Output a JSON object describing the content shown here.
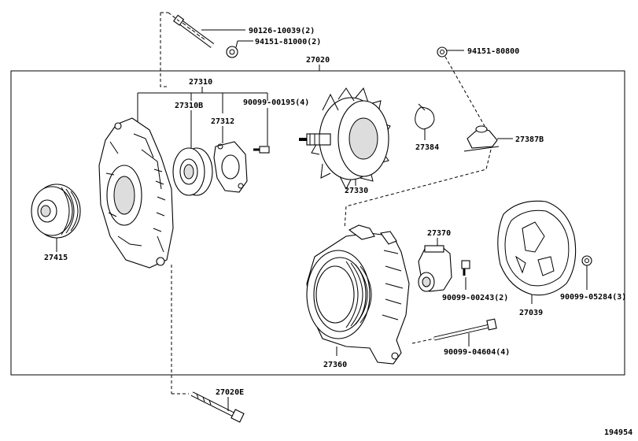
{
  "labels": {
    "p27020": "27020",
    "p27310": "27310",
    "p27310b": "27310B",
    "p27312": "27312",
    "p90099_00195": "90099-00195(4)",
    "p27415": "27415",
    "p27330": "27330",
    "p27384": "27384",
    "p27387b": "27387B",
    "p94151_80800": "94151-80800",
    "p90126": "90126-10039(2)",
    "p94151_81000": "94151-81000(2)",
    "p27370": "27370",
    "p90099_00243": "90099-00243(2)",
    "p90099_05284": "90099-05284(3)",
    "p27039": "27039",
    "p90099_04604": "90099-04604(4)",
    "p27360": "27360",
    "p27020e": "27020E"
  },
  "figure_id": "194954"
}
